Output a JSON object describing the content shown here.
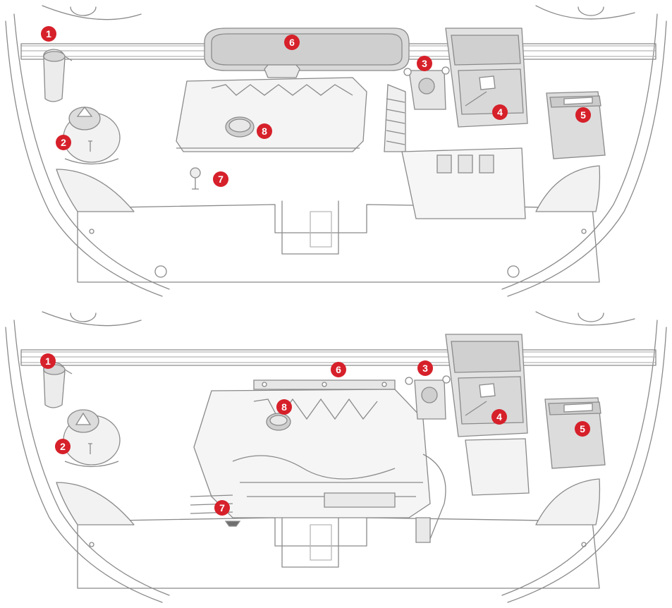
{
  "colors": {
    "line": "#8a8a8a",
    "line_light": "#b7b7b7",
    "fill": "#ffffff",
    "fill_grey": "#e4e4e4",
    "fill_dark": "#cfcfcf",
    "badge": "#d6202a",
    "badge_text": "#ffffff"
  },
  "diagrams": [
    {
      "variant": "top",
      "callouts": [
        {
          "label": "1"
        },
        {
          "label": "2"
        },
        {
          "label": "3"
        },
        {
          "label": "4"
        },
        {
          "label": "5"
        },
        {
          "label": "6"
        },
        {
          "label": "7"
        },
        {
          "label": "8"
        }
      ]
    },
    {
      "variant": "bottom",
      "callouts": [
        {
          "label": "1"
        },
        {
          "label": "2"
        },
        {
          "label": "3"
        },
        {
          "label": "4"
        },
        {
          "label": "5"
        },
        {
          "label": "6"
        },
        {
          "label": "7"
        },
        {
          "label": "8"
        }
      ]
    }
  ]
}
